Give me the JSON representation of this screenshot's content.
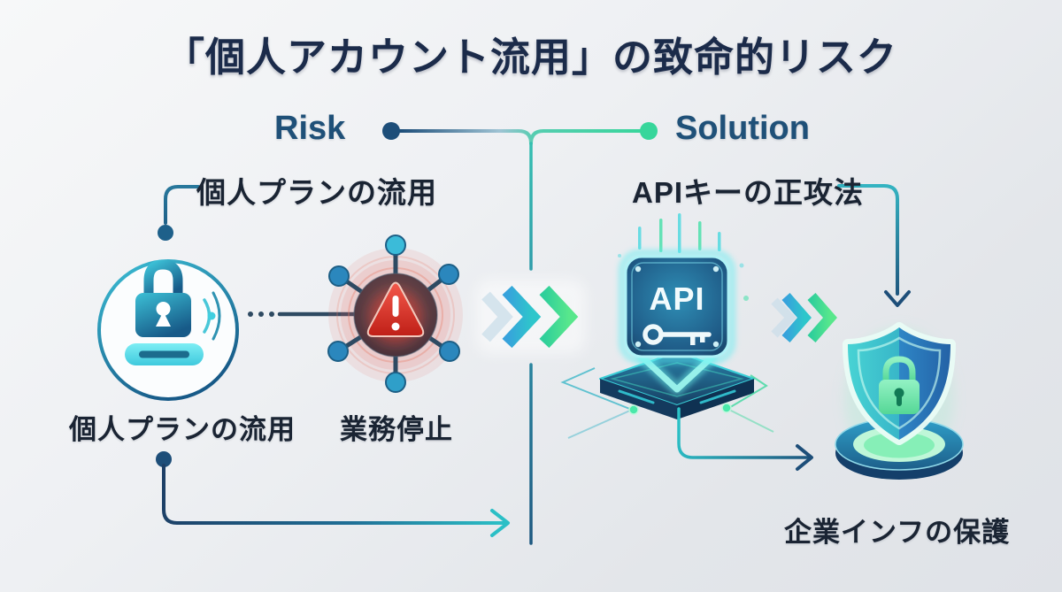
{
  "title": "「個人アカウント流用」の致命的リスク",
  "risk_section": {
    "heading": "Risk",
    "top_callout": "個人プランの流用",
    "bottom_label": "個人プランの流用",
    "impact_label": "業務停止"
  },
  "solution_section": {
    "heading": "Solution",
    "top_callout": "APIキーの正攻法",
    "chip_label": "API",
    "bottom_label": "企業インフの保護"
  },
  "icons": {
    "lock_circle": "personal-account-lock-icon",
    "alert_hub": "business-stop-alert-icon",
    "api_chip": "api-key-chip-icon",
    "shield_pedestal": "enterprise-protection-shield-icon",
    "double_chevron_main": "double-chevron-arrow-icon",
    "double_chevron_secondary": "double-chevron-arrow-small-icon"
  },
  "colors": {
    "background_start": "#f7f8f9",
    "background_end": "#dfe2e7",
    "title_navy": "#1b2b4a",
    "heading_blue": "#1f5078",
    "label_dark": "#1a2433",
    "connector_navy": "#1d4e79",
    "connector_teal": "#2cc4c9",
    "solution_green": "#37d69b",
    "alert_red": "#d93a2e",
    "cyan_glow": "#5ceef2"
  }
}
